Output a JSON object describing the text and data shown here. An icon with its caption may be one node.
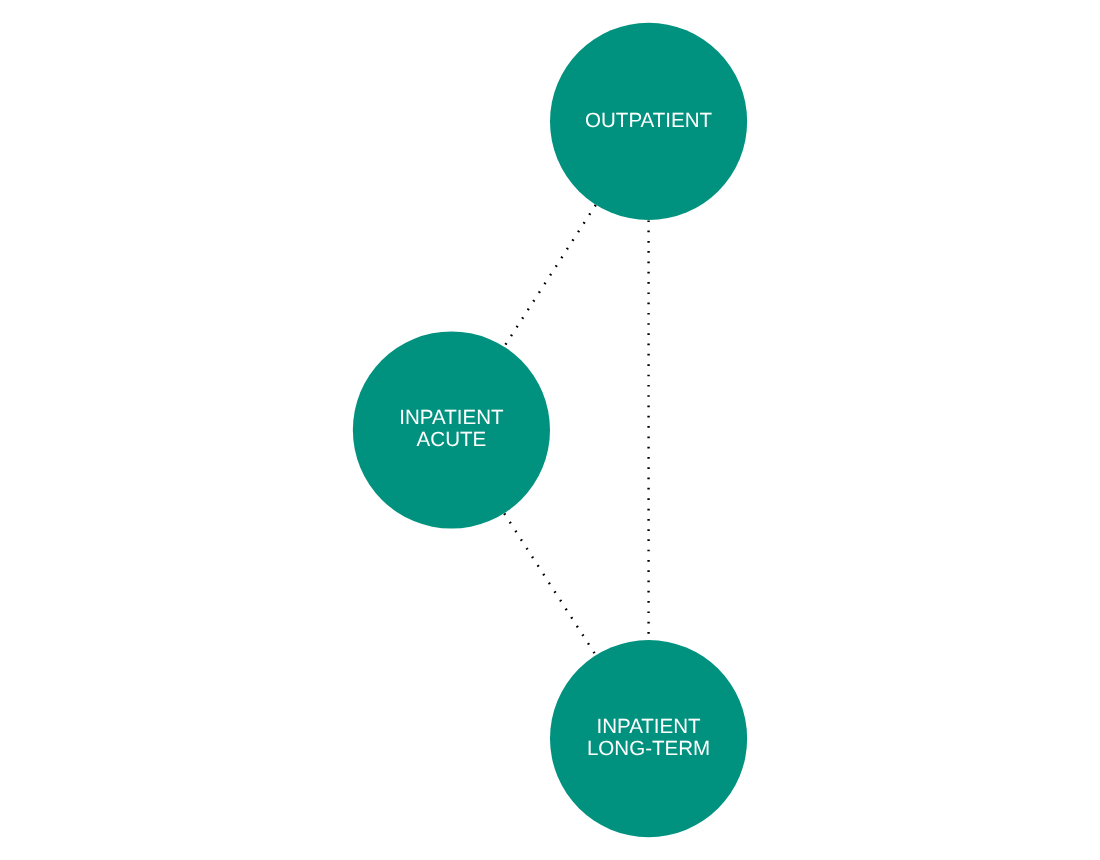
{
  "diagram": {
    "nodes": [
      {
        "text": [
          "OUTPATIENT"
        ]
      },
      {
        "text": [
          "INPATIENT ACUTE"
        ]
      },
      {
        "text": [
          "INPATIENT LONG-TERM"
        ]
      }
    ],
    "edges": [
      {
        "from": 0,
        "to": 1,
        "arrow": "none"
      },
      {
        "from": 0,
        "to": 2,
        "arrow": "none"
      },
      {
        "from": 1,
        "to": 2,
        "arrow": "none"
      }
    ]
  }
}
